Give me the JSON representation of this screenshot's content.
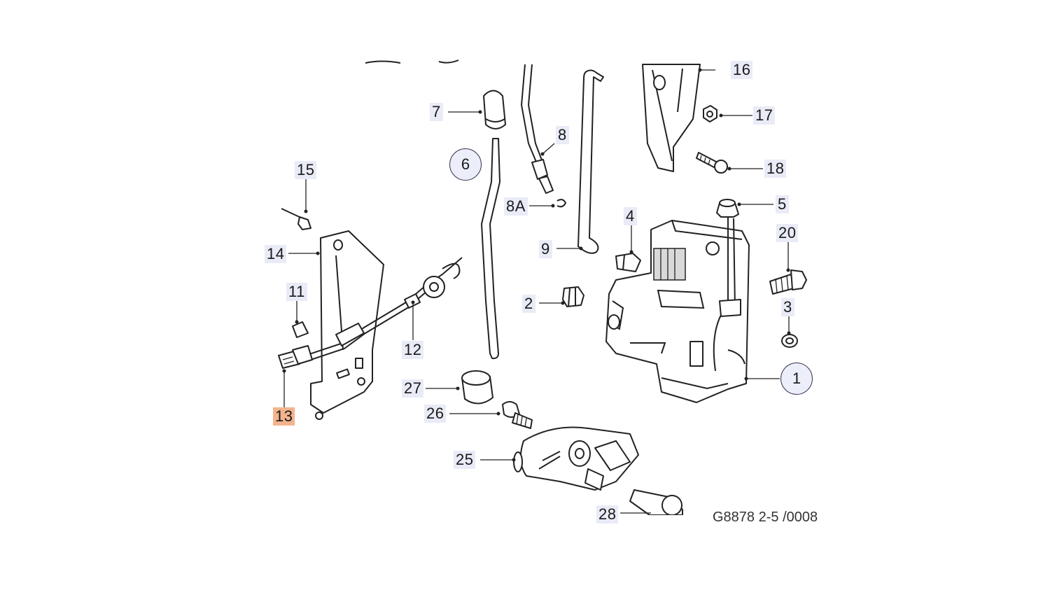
{
  "diagram": {
    "callouts": [
      {
        "id": "p1",
        "text": "1",
        "style": "circle"
      },
      {
        "id": "p2",
        "text": "2",
        "style": "box"
      },
      {
        "id": "p3",
        "text": "3",
        "style": "box"
      },
      {
        "id": "p4",
        "text": "4",
        "style": "box"
      },
      {
        "id": "p5",
        "text": "5",
        "style": "box"
      },
      {
        "id": "p6",
        "text": "6",
        "style": "circle"
      },
      {
        "id": "p7",
        "text": "7",
        "style": "box"
      },
      {
        "id": "p8",
        "text": "8",
        "style": "box"
      },
      {
        "id": "p8a",
        "text": "8A",
        "style": "box"
      },
      {
        "id": "p9",
        "text": "9",
        "style": "box"
      },
      {
        "id": "p11",
        "text": "11",
        "style": "box"
      },
      {
        "id": "p12",
        "text": "12",
        "style": "box"
      },
      {
        "id": "p13",
        "text": "13",
        "style": "box-highlight"
      },
      {
        "id": "p14",
        "text": "14",
        "style": "box"
      },
      {
        "id": "p15",
        "text": "15",
        "style": "box"
      },
      {
        "id": "p16",
        "text": "16",
        "style": "box"
      },
      {
        "id": "p17",
        "text": "17",
        "style": "box"
      },
      {
        "id": "p18",
        "text": "18",
        "style": "box"
      },
      {
        "id": "p20",
        "text": "20",
        "style": "box"
      },
      {
        "id": "p25",
        "text": "25",
        "style": "box"
      },
      {
        "id": "p26",
        "text": "26",
        "style": "box"
      },
      {
        "id": "p27",
        "text": "27",
        "style": "box"
      },
      {
        "id": "p28",
        "text": "28",
        "style": "box-cropped"
      }
    ],
    "highlight_color": "#f3b48d",
    "label_color": "#e9ebf7",
    "footer_code": "G8878 2-5 /0008"
  }
}
